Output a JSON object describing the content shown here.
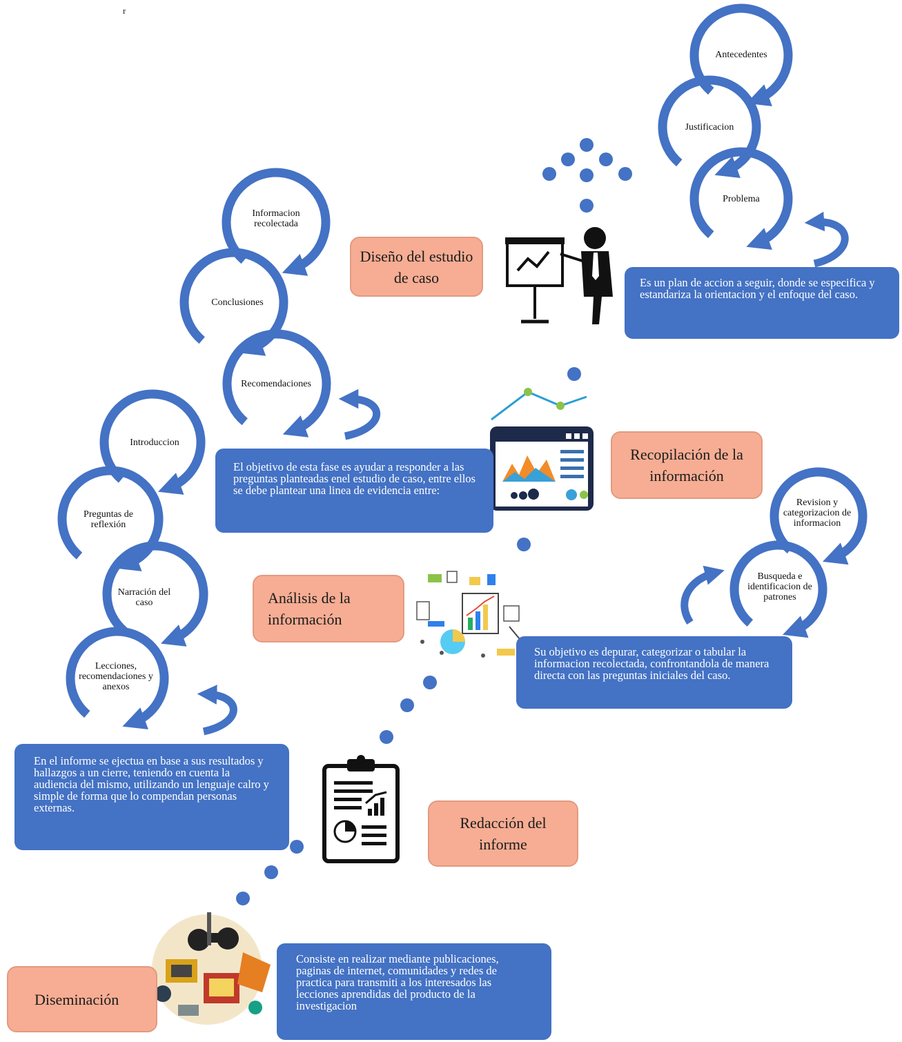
{
  "corner_mark": "r",
  "stages": [
    {
      "id": "diseno",
      "label": "Diseño del estudio de caso"
    },
    {
      "id": "recopilacion",
      "label": "Recopilación de la información"
    },
    {
      "id": "analisis",
      "label": "Análisis de la información"
    },
    {
      "id": "redaccion",
      "label": "Redacción del informe"
    },
    {
      "id": "diseminacion",
      "label": "Diseminación"
    }
  ],
  "descriptions": {
    "diseno": "Es un plan de accion a seguir, donde se especifica y estandariza la orientacion y el enfoque del caso.",
    "recopilacion": "El objetivo de esta fase es ayudar a responder a las preguntas planteadas enel estudio de caso, entre ellos se debe plantear una linea de evidencia entre:",
    "analisis": "Su objetivo es depurar, categorizar o tabular la informacion recolectada, confrontandola de manera directa con las preguntas iniciales del caso.",
    "redaccion": "En el informe se ejectua en base a sus resultados y hallazgos a un cierre, teniendo en cuenta la audiencia del mismo, utilizando un lenguaje calro y simple de forma que lo compendan personas externas.",
    "diseminacion": "Consiste en realizar mediante publicaciones, paginas de internet, comunidades y redes de practica para transmiti a los interesados las lecciones aprendidas del producto de la investigacion"
  },
  "cycles": {
    "diseno": [
      "Antecedentes",
      "Justificacion",
      "Problema"
    ],
    "recopilacion": [
      "Informacion recolectada",
      "Conclusiones",
      "Recomendaciones"
    ],
    "analisis": [
      "Revision y categorizacion de informacion",
      "Busqueda e identificacion de patrones"
    ],
    "redaccion": [
      "Introduccion",
      "Preguntas de reflexión",
      "Narración del caso",
      "Lecciones, recomendaciones y anexos"
    ]
  },
  "colors": {
    "stage_fill": "#f6ad93",
    "description_fill": "#4472c4",
    "cycle_arrow": "#4472c4",
    "dots": "#4472c4"
  },
  "icons": {
    "diseno": "presenter-with-chart-icon",
    "recopilacion": "analytics-dashboard-icon",
    "analisis": "data-analysis-illustration-icon",
    "redaccion": "clipboard-report-icon",
    "diseminacion": "media-collage-icon"
  }
}
